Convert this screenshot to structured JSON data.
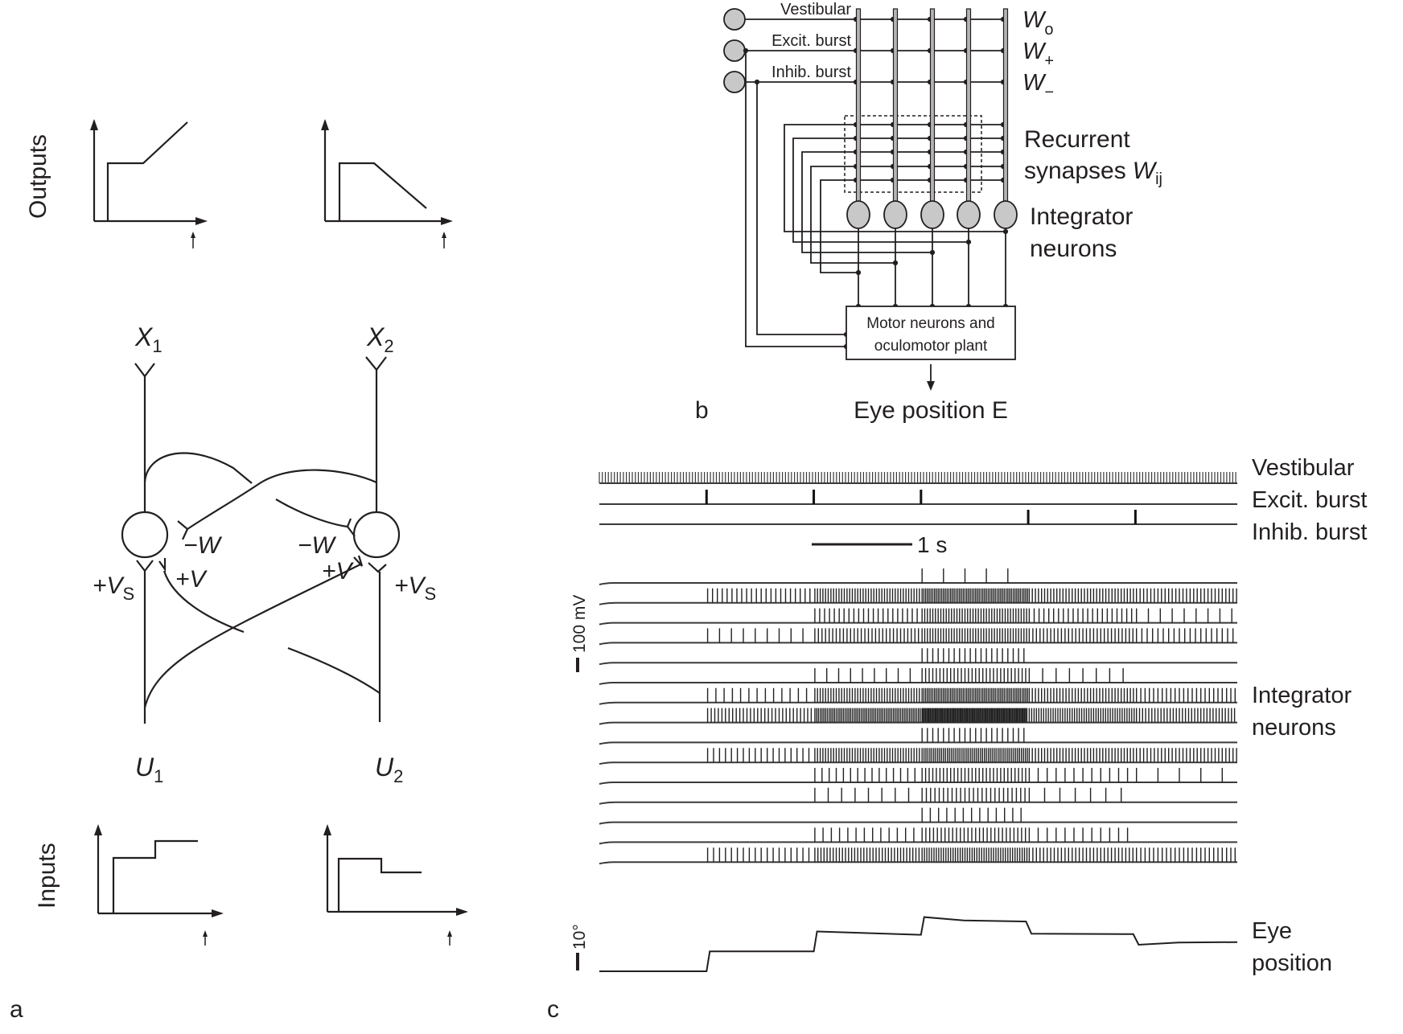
{
  "panel_a": {
    "label": "a",
    "outputs_label": "Outputs",
    "inputs_label": "Inputs",
    "unit1": {
      "input_label": "X",
      "input_sub": "1",
      "bottom_label": "U",
      "bottom_sub": "1",
      "inhib_label": "−W",
      "self_label": "+V",
      "self_sub": "S",
      "cross_label": "+V"
    },
    "unit2": {
      "input_label": "X",
      "input_sub": "2",
      "bottom_label": "U",
      "bottom_sub": "2",
      "inhib_label": "−W",
      "self_label": "+V",
      "self_sub": "S",
      "cross_label": "+V"
    },
    "output_plots": [
      {
        "name": "output-1",
        "shape": "step then rising ramp"
      },
      {
        "name": "output-2",
        "shape": "step then falling ramp"
      }
    ],
    "input_plots": [
      {
        "name": "input-1",
        "shape": "step up then step up"
      },
      {
        "name": "input-2",
        "shape": "step up then step down"
      }
    ]
  },
  "panel_b": {
    "label": "b",
    "inputs": [
      {
        "label": "Vestibular",
        "weight": "W",
        "weight_sub": "o"
      },
      {
        "label": "Excit. burst",
        "weight": "W",
        "weight_sub": "+"
      },
      {
        "label": "Inhib. burst",
        "weight": "W",
        "weight_sub": "−"
      }
    ],
    "recurrent_label_1": "Recurrent",
    "recurrent_label_2": "synapses",
    "recurrent_weight": "W",
    "recurrent_weight_sub": "ij",
    "integrator_label_1": "Integrator",
    "integrator_label_2": "neurons",
    "neuron_count": 5,
    "box_line_1": "Motor neurons and",
    "box_line_2": "oculomotor plant",
    "output_label": "Eye position E",
    "colors": {
      "neuron_fill": "#c8c8c8",
      "dendrite_fill": "#b4b4b4",
      "line": "#231f20"
    }
  },
  "panel_c": {
    "label": "c",
    "trace_labels": {
      "vestibular": "Vestibular",
      "excit": "Excit. burst",
      "inhib": "Inhib. burst",
      "integrator_1": "Integrator",
      "integrator_2": "neurons",
      "eye_1": "Eye",
      "eye_2": "position"
    },
    "time_scale": "1 s",
    "voltage_scale": "100 mV",
    "angle_scale": "10°",
    "excit_burst_times_s": [
      1.0,
      2.0,
      3.0
    ],
    "inhib_burst_times_s": [
      4.0,
      5.0
    ],
    "duration_s": 5.95,
    "integrator_rates": [
      [
        0,
        0,
        0,
        5,
        0,
        0
      ],
      [
        0,
        22,
        40,
        60,
        35,
        30
      ],
      [
        0,
        0,
        22,
        40,
        22,
        9
      ],
      [
        0,
        9,
        30,
        40,
        30,
        20
      ],
      [
        0,
        0,
        0,
        20,
        0,
        0
      ],
      [
        0,
        0,
        9,
        30,
        8,
        0
      ],
      [
        0,
        13,
        40,
        60,
        35,
        25
      ],
      [
        0,
        30,
        60,
        90,
        45,
        35
      ],
      [
        0,
        0,
        0,
        20,
        0,
        0
      ],
      [
        0,
        18,
        40,
        55,
        35,
        30
      ],
      [
        0,
        0,
        15,
        30,
        12,
        5
      ],
      [
        0,
        0,
        8,
        25,
        7,
        0
      ],
      [
        0,
        0,
        0,
        13,
        0,
        0
      ],
      [
        0,
        0,
        13,
        28,
        12,
        0
      ],
      [
        0,
        18,
        35,
        45,
        30,
        25
      ]
    ],
    "eye_position_deg": [
      {
        "t": 0.0,
        "v": 0
      },
      {
        "t": 1.0,
        "v": 0
      },
      {
        "t": 1.03,
        "v": 9
      },
      {
        "t": 2.0,
        "v": 9
      },
      {
        "t": 2.03,
        "v": 18
      },
      {
        "t": 3.0,
        "v": 16.5
      },
      {
        "t": 3.03,
        "v": 24.5
      },
      {
        "t": 3.4,
        "v": 23
      },
      {
        "t": 3.98,
        "v": 22.5
      },
      {
        "t": 4.03,
        "v": 17
      },
      {
        "t": 4.98,
        "v": 16.8
      },
      {
        "t": 5.03,
        "v": 12
      },
      {
        "t": 5.4,
        "v": 13
      },
      {
        "t": 5.95,
        "v": 13.2
      }
    ]
  }
}
